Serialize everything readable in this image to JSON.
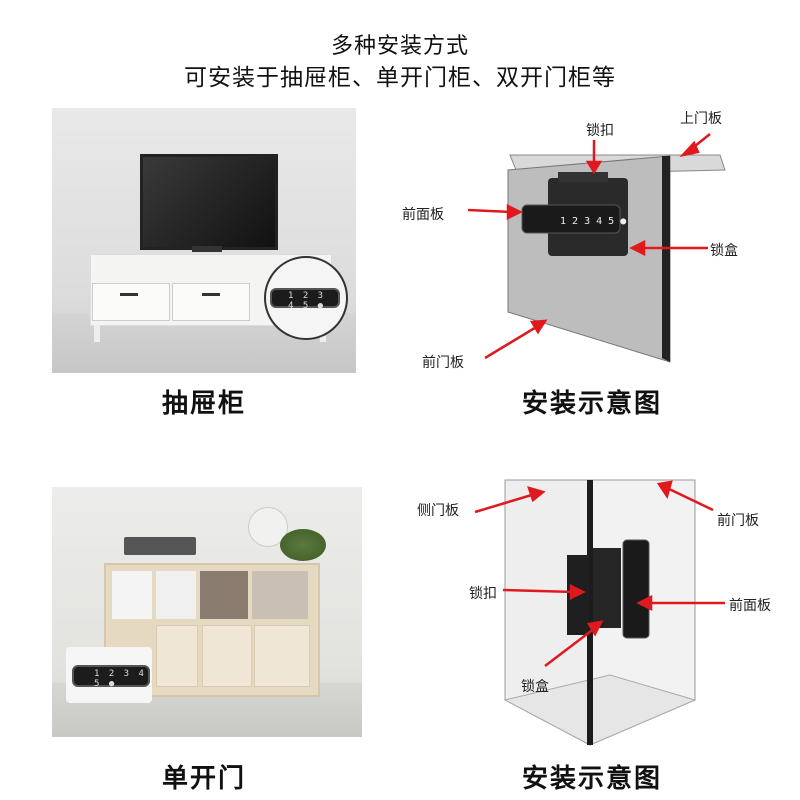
{
  "header": {
    "line1": "多种安装方式",
    "line2": "可安装于抽屉柜、单开门柜、双开门柜等"
  },
  "panels": {
    "drawer": {
      "caption": "抽屉柜"
    },
    "diagram_top": {
      "caption": "安装示意图",
      "labels": {
        "lock_catch": "锁扣",
        "top_panel": "上门板",
        "front_panel": "前面板",
        "lock_box": "锁盒",
        "front_door": "前门板"
      }
    },
    "single_door": {
      "caption": "单开门"
    },
    "diagram_bottom": {
      "caption": "安装示意图",
      "labels": {
        "side_panel": "侧门板",
        "front_door": "前门板",
        "lock_catch": "锁扣",
        "front_panel": "前面板",
        "lock_box": "锁盒"
      }
    }
  },
  "keypad_digits": "1 2 3 4 5 ●",
  "colors": {
    "arrow": "#e0191f",
    "lock_body": "#1c1c1c"
  }
}
